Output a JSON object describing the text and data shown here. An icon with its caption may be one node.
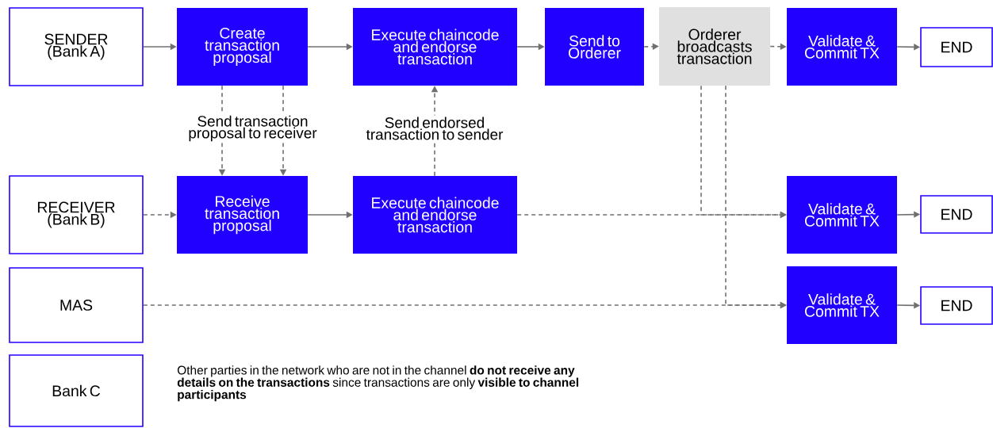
{
  "diagram": {
    "nodes": [
      {
        "text": [
          "SENDER (Bank A)"
        ]
      },
      {
        "text": [
          "Create transaction proposal"
        ]
      },
      {
        "text": [
          "Execute chaincode and endorse transaction"
        ]
      },
      {
        "text": [
          "Send to Orderer"
        ]
      },
      {
        "text": [
          "Orderer broadcasts transaction"
        ]
      },
      {
        "text": [
          "Validate & Commit TX"
        ]
      },
      {
        "text": [
          "END"
        ]
      },
      {
        "text": [
          "RECEIVER (Bank B)"
        ]
      },
      {
        "text": [
          "Receive transaction proposal"
        ]
      },
      {
        "text": [
          "Execute chaincode and endorse transaction"
        ]
      },
      {
        "text": [
          "Validate & Commit TX"
        ]
      },
      {
        "text": [
          "END"
        ]
      },
      {
        "text": [
          "MAS"
        ]
      },
      {
        "text": [
          "Validate & Commit TX"
        ]
      },
      {
        "text": [
          "END"
        ]
      },
      {
        "text": [
          "Bank C"
        ]
      }
    ],
    "edges": [
      {
        "from": 0,
        "to": 1,
        "arrow": "to"
      },
      {
        "from": 1,
        "to": 2,
        "arrow": "to"
      },
      {
        "from": 2,
        "to": 3,
        "arrow": "to"
      },
      {
        "from": 3,
        "to": 4,
        "arrow": "to",
        "style": "dashed"
      },
      {
        "from": 4,
        "to": 5,
        "arrow": "to",
        "style": "dashed"
      },
      {
        "from": 5,
        "to": 6,
        "arrow": "to"
      },
      {
        "from": 1,
        "to": 8,
        "arrow": "to",
        "style": "dashed",
        "label": "Send transaction proposal to receiver"
      },
      {
        "from": 1,
        "to": 8,
        "arrow": "to",
        "style": "dashed"
      },
      {
        "from": 9,
        "to": 2,
        "arrow": "to",
        "style": "dashed",
        "label": "Send endorsed transaction to sender"
      },
      {
        "from": 7,
        "to": 8,
        "arrow": "to",
        "style": "dashed"
      },
      {
        "from": 8,
        "to": 9,
        "arrow": "to"
      },
      {
        "from": 9,
        "to": 10,
        "arrow": "to",
        "style": "dashed"
      },
      {
        "from": 4,
        "to": 10,
        "arrow": "to",
        "style": "dashed"
      },
      {
        "from": 10,
        "to": 11,
        "arrow": "to"
      },
      {
        "from": 4,
        "to": 13,
        "arrow": "to",
        "style": "dashed"
      },
      {
        "from": 12,
        "to": 13,
        "arrow": "to",
        "style": "dashed"
      },
      {
        "from": 13,
        "to": 14,
        "arrow": "to"
      }
    ],
    "labels": [
      "Other parties in the network who are not in the channel **do not receive any details on the transactions** since transactions are only **visible to channel participants**"
    ]
  }
}
